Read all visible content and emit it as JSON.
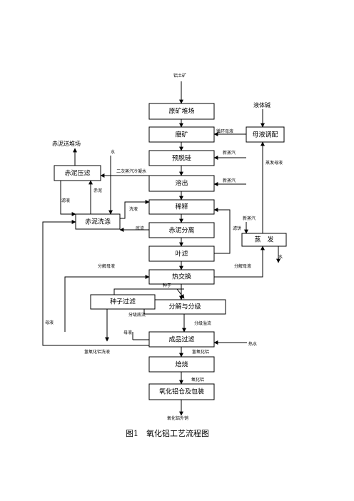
{
  "boxes": {
    "raw_ore_yard": "原矿堆场",
    "grinding": "磨矿",
    "desilication": "预脱硅",
    "digestion": "溶出",
    "dilution": "稀释",
    "red_mud_separation": "赤泥分离",
    "leaf_filter": "叶滤",
    "heat_exchange": "热交换",
    "decomposition": "分解与分级",
    "seed_filter": "种子过滤",
    "product_filter": "成品过滤",
    "calcination": "焙烧",
    "packaging": "氧化铝仓及包装",
    "liquor_adjust": "母液调配",
    "evaporation": "蒸　发",
    "red_mud_press": "赤泥压滤",
    "red_mud_wash": "赤泥洗涤"
  },
  "labels": {
    "bauxite": "铝土矿",
    "liquid_caustic": "液体碱",
    "red_mud_to_yard": "赤泥送堆场",
    "recycle_liquor": "循环母液",
    "fresh_steam_1": "新蒸汽",
    "fresh_steam_2": "新蒸汽",
    "fresh_steam_3": "新蒸汽",
    "evap_mother_liquor": "蒸发母液",
    "water_top": "水",
    "secondary_condensate": "二次蒸汽冷凝水",
    "red_mud": "赤泥",
    "filtrate_left": "滤液",
    "wash_liquor": "洗液",
    "underflow": "底流",
    "filtrate_right": "滤饼",
    "water_right": "水",
    "spent_liquor_left": "分解母液",
    "spent_liquor_right": "分解母液",
    "seed": "种子",
    "classifier_underflow": "分级底流",
    "classifier_overflow": "分级溢流",
    "mother_liquor": "母液",
    "filter_liquor": "母液",
    "hot_water": "热水",
    "hydrate_wash": "氢氧化铝洗液",
    "aluminum_hydroxide": "氢氧化铝",
    "alumina": "氧化铝",
    "alumina_out": "氧化铝外销"
  },
  "caption": "图1　氧化铝工艺流程图"
}
